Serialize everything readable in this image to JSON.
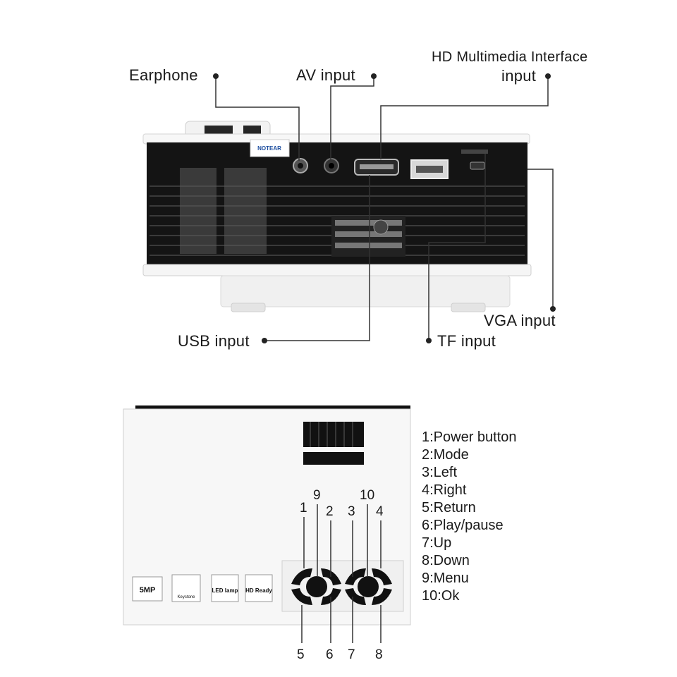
{
  "ports": {
    "earphone": "Earphone",
    "av": "AV input",
    "hdmi_line1": "HD Multimedia Interface",
    "hdmi_line2": "input",
    "usb": "USB input",
    "tf": "TF input",
    "vga": "VGA input"
  },
  "device_marks": {
    "brand": "NOTEAR"
  },
  "badges": [
    "5MP",
    "Keystone",
    "LED lamp",
    "HD Ready"
  ],
  "button_numbers": {
    "top": [
      "1",
      "9",
      "2",
      "3",
      "10",
      "4"
    ],
    "bottom": [
      "5",
      "6",
      "7",
      "8"
    ]
  },
  "legend": [
    "1:Power button",
    "2:Mode",
    "3:Left",
    "4:Right",
    "5:Return",
    "6:Play/pause",
    "7:Up",
    "8:Down",
    "9:Menu",
    "10:Ok"
  ]
}
